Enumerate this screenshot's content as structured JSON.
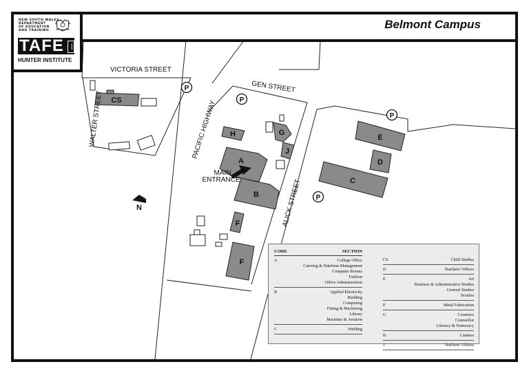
{
  "header": {
    "logo": {
      "small_lines": [
        "NEW SOUTH WALES",
        "DEPARTMENT",
        "OF EDUCATION",
        "AND TRAINING"
      ],
      "brand": "TAFE",
      "badge": "NSW",
      "institute": "HUNTER INSTITUTE"
    },
    "title": "Belmont Campus"
  },
  "map": {
    "streets": {
      "victoria": "VICTORIA STREET",
      "walter": "WALTER STREET",
      "pacific": "PACIFIC HIGHWAY",
      "gen": "GEN STREET",
      "alick": "ALICK STREET"
    },
    "parking_symbol": "P",
    "buildings": {
      "cs": "CS",
      "h": "H",
      "g": "G",
      "j": "J",
      "a": "A",
      "b": "B",
      "f1": "F",
      "f2": "F",
      "e": "E",
      "d": "D",
      "c": "C"
    },
    "main_entrance": [
      "MAIN",
      "ENTRANCE"
    ],
    "north": "N",
    "colors": {
      "building_fill": "#8a8a8a",
      "line": "#222222",
      "legend_bg": "#ececec"
    }
  },
  "legend": {
    "code_header": "CODE",
    "section_header": "SECTION",
    "left": [
      {
        "code": "A",
        "items": [
          "College Office",
          "Catering & Nutrition Management",
          "Computer Rooms",
          "Fashion",
          "Office Administration"
        ]
      },
      {
        "code": "B",
        "items": [
          "Applied Electricity",
          "Building",
          "Computing",
          "Fitting & Machining",
          "Library",
          "Maritime & Aviation"
        ]
      },
      {
        "code": "C",
        "items": [
          "Welding"
        ]
      }
    ],
    "right": [
      {
        "code": "CS",
        "items": [
          "Child Studies"
        ]
      },
      {
        "code": "D",
        "items": [
          "Teachers' Offices"
        ]
      },
      {
        "code": "E",
        "items": [
          "Art",
          "Business & Administrative Studies",
          "General Studies",
          "Textiles"
        ]
      },
      {
        "code": "F",
        "items": [
          "Metal Fabrication"
        ]
      },
      {
        "code": "G",
        "items": [
          "Ceramics",
          "Counsellor",
          "Literacy & Numeracy"
        ]
      },
      {
        "code": "H",
        "items": [
          "Canteen"
        ]
      },
      {
        "code": "J",
        "items": [
          "Teachers' Offices"
        ]
      }
    ]
  }
}
